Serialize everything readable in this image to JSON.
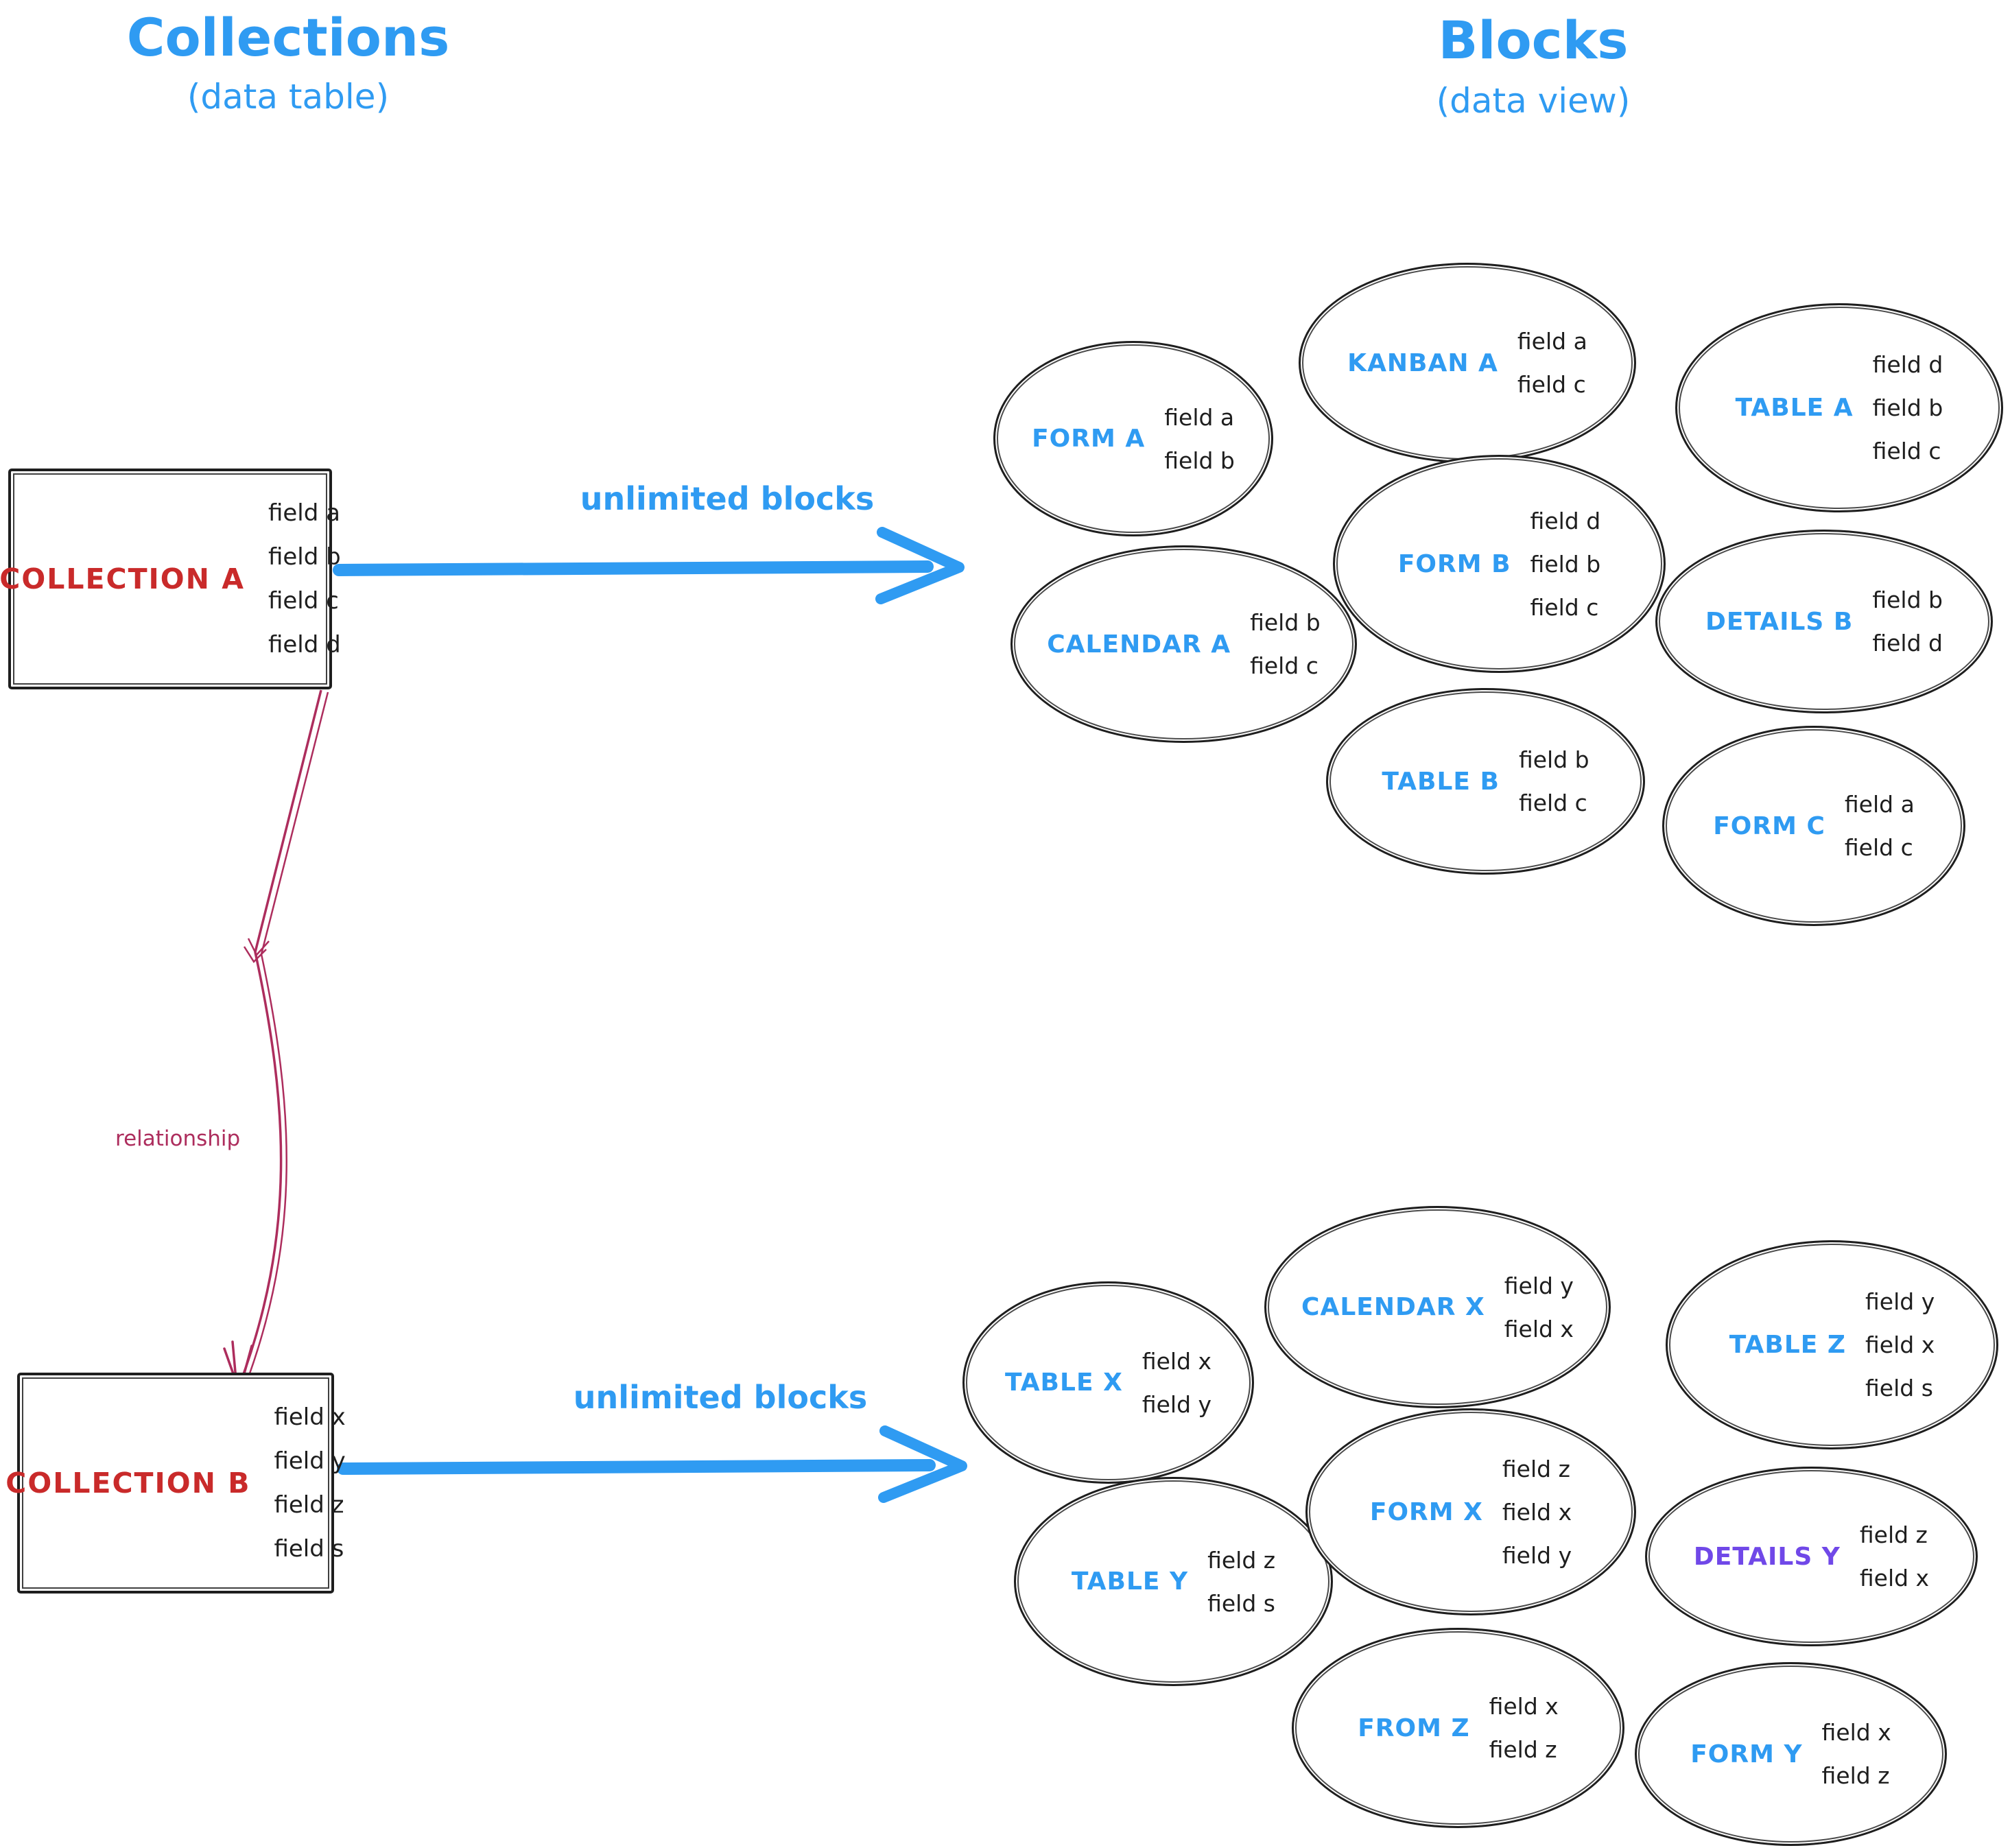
{
  "titles": {
    "collections": "Collections",
    "collections_sub": "(data table)",
    "blocks": "Blocks",
    "blocks_sub": "(data view)"
  },
  "collections": [
    {
      "label": "COLLECTION A",
      "fields": [
        "field a",
        "field b",
        "field c",
        "field d"
      ]
    },
    {
      "label": "COLLECTION B",
      "fields": [
        "field x",
        "field y",
        "field z",
        "field s"
      ]
    }
  ],
  "arrows": {
    "a_label": "unlimited blocks",
    "b_label": "unlimited blocks",
    "relationship_label": "relationship"
  },
  "blocks_a": [
    {
      "label": "FORM A",
      "fields": [
        "field a",
        "field b"
      ]
    },
    {
      "label": "KANBAN A",
      "fields": [
        "field a",
        "field c"
      ]
    },
    {
      "label": "TABLE A",
      "fields": [
        "field d",
        "field b",
        "field c"
      ]
    },
    {
      "label": "CALENDAR A",
      "fields": [
        "field b",
        "field c"
      ]
    },
    {
      "label": "FORM B",
      "fields": [
        "field d",
        "field b",
        "field c"
      ]
    },
    {
      "label": "DETAILS B",
      "fields": [
        "field b",
        "field d"
      ]
    },
    {
      "label": "TABLE B",
      "fields": [
        "field b",
        "field c"
      ]
    },
    {
      "label": "FORM C",
      "fields": [
        "field a",
        "field c"
      ]
    }
  ],
  "blocks_b": [
    {
      "label": "TABLE X",
      "fields": [
        "field x",
        "field y"
      ]
    },
    {
      "label": "CALENDAR X",
      "fields": [
        "field y",
        "field x"
      ]
    },
    {
      "label": "TABLE Z",
      "fields": [
        "field y",
        "field x",
        "field s"
      ]
    },
    {
      "label": "TABLE Y",
      "fields": [
        "field z",
        "field s"
      ]
    },
    {
      "label": "FORM X",
      "fields": [
        "field z",
        "field x",
        "field y"
      ]
    },
    {
      "label": "DETAILS Y",
      "fields": [
        "field z",
        "field x"
      ]
    },
    {
      "label": "FROM Z",
      "fields": [
        "field x",
        "field z"
      ]
    },
    {
      "label": "FORM Y",
      "fields": [
        "field x",
        "field z"
      ]
    }
  ],
  "colors": {
    "blue": "#2f9bf2",
    "red": "#c92a2a",
    "relationship_pink": "#ad2d5d",
    "purple": "#7048e8",
    "ink": "#1e1e1e"
  }
}
